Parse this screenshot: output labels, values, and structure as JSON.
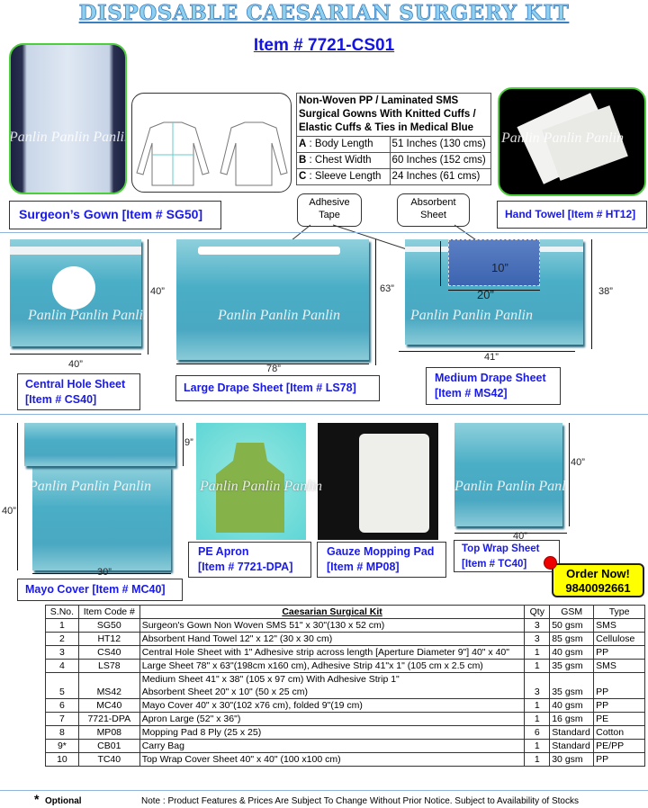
{
  "title": "DISPOSABLE CAESARIAN SURGERY KIT",
  "item_number": "Item  # 7721-CS01",
  "watermark": "Panlin Panlin Panlin",
  "spec": {
    "heading": "Non-Woven PP / Laminated  SMS Surgical Gowns With Knitted Cuffs  / Elastic Cuffs  & Ties in Medical Blue",
    "rows": [
      {
        "key": "A",
        "label": " : Body Length",
        "value": "51 Inches (130 cms)"
      },
      {
        "key": "B",
        "label": " : Chest Width",
        "value": "60 Inches (152 cms)"
      },
      {
        "key": "C",
        "label": " : Sleeve Length",
        "value": "24 Inches (61 cms)"
      }
    ]
  },
  "labels": {
    "gown": "Surgeon’s Gown [Item # SG50]",
    "towel": "Hand Towel [Item # HT12]",
    "central_hole_1": "Central Hole Sheet",
    "central_hole_2": "[Item # CS40]",
    "large_drape": "Large Drape Sheet [Item # LS78]",
    "medium_drape_1": "Medium Drape Sheet",
    "medium_drape_2": "[Item # MS42]",
    "mayo": "Mayo Cover [Item # MC40]",
    "apron_1": "PE Apron",
    "apron_2": "[Item # 7721-DPA]",
    "gauze_1": "Gauze Mopping Pad",
    "gauze_2": "[Item # MP08]",
    "topwrap_1": "Top Wrap Sheet",
    "topwrap_2": "[Item # TC40]"
  },
  "callouts": {
    "adhesive_1": "Adhesive",
    "adhesive_2": "Tape",
    "absorbent_1": "Absorbent",
    "absorbent_2": "Sheet"
  },
  "dims": {
    "ch_h": "40”",
    "ch_w": "40”",
    "ld_h": "63”",
    "ld_w": "78”",
    "md_h": "38”",
    "md_w": "41”",
    "abs_h": "10”",
    "abs_w": "20”",
    "mc_fold": "9”",
    "mc_h": "40”",
    "mc_w": "30”",
    "tw_h": "40”",
    "tw_w": "40”"
  },
  "order": {
    "label": "Order Now!",
    "phone": "9840092661"
  },
  "kit_table": {
    "headers": [
      "S.No.",
      "Item Code #",
      "Caesarian Surgical Kit",
      "Qty",
      "GSM",
      "Type"
    ],
    "rows": [
      {
        "sno": "1",
        "code": "SG50",
        "desc": "Surgeon's Gown Non Woven SMS 51\" x 30\"(130 x 52 cm)",
        "desc2": "",
        "qty": "3",
        "gsm": "50 gsm",
        "type": "SMS"
      },
      {
        "sno": "2",
        "code": "HT12",
        "desc": "Absorbent Hand Towel 12\" x 12\" (30 x 30 cm)",
        "desc2": "",
        "qty": "3",
        "gsm": "85 gsm",
        "type": "Cellulose"
      },
      {
        "sno": "3",
        "code": "CS40",
        "desc": "Central Hole Sheet with 1\" Adhesive strip across length [Aperture Diameter 9\"] 40\" x 40\"",
        "desc2": "",
        "qty": "1",
        "gsm": "40 gsm",
        "type": "PP"
      },
      {
        "sno": "4",
        "code": "LS78",
        "desc": "Large Sheet  78\" x 63\"(198cm x160 cm), Adhesive Strip  41\"x 1\" (105 cm x 2.5 cm)",
        "desc2": "",
        "qty": "1",
        "gsm": "35 gsm",
        "type": "SMS"
      },
      {
        "sno": "5",
        "code": "MS42",
        "desc": "Medium Sheet 41\" x 38\" (105 x 97 cm) With  Adhesive Strip 1\"",
        "desc2": "Absorbent Sheet  20\" x 10\" (50 x 25 cm)",
        "qty": "3",
        "gsm": "35 gsm",
        "type": "PP"
      },
      {
        "sno": "6",
        "code": "MC40",
        "desc": "Mayo Cover 40\" x 30\"(102 x76 cm), folded 9\"(19 cm)",
        "desc2": "",
        "qty": "1",
        "gsm": "40 gsm",
        "type": "PP"
      },
      {
        "sno": "7",
        "code": "7721-DPA",
        "desc": "Apron Large (52\" x 36\")",
        "desc2": "",
        "qty": "1",
        "gsm": "16 gsm",
        "type": "PE"
      },
      {
        "sno": "8",
        "code": "MP08",
        "desc": "Mopping Pad 8 Ply (25  x 25)",
        "desc2": "",
        "qty": "6",
        "gsm": "Standard",
        "type": "Cotton"
      },
      {
        "sno": "9*",
        "code": "CB01",
        "desc": "Carry Bag",
        "desc2": "",
        "qty": "1",
        "gsm": "Standard",
        "type": "PE/PP"
      },
      {
        "sno": "10",
        "code": "TC40",
        "desc": "Top Wrap Cover Sheet 40\" x 40\" (100 x100 cm)",
        "desc2": "",
        "qty": "1",
        "gsm": "30 gsm",
        "type": "PP"
      }
    ]
  },
  "footer": {
    "star": "*",
    "optional": "Optional",
    "note": "Note : Product Features  & Prices Are Subject To Change Without Prior Notice. Subject to Availability  of Stocks"
  }
}
